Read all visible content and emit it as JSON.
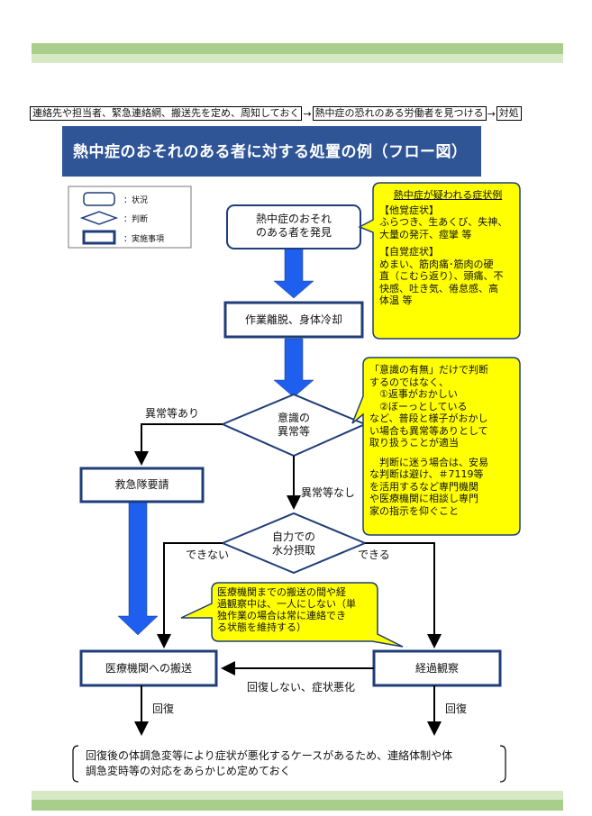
{
  "flow_steps": [
    "連絡先や担当者、緊急連絡網、搬送先を定め、周知しておく",
    "熱中症の恐れのある労働者を見つける",
    "対処"
  ],
  "flow_arrow": "→",
  "title": "熱中症のおそれのある者に対する処置の例（フロー図）",
  "legend": {
    "status": "状況",
    "judgment": "判断",
    "action": "実施事項",
    "sep": "："
  },
  "nodes": {
    "discover": [
      "熱中症のおそれ",
      "のある者を発見"
    ],
    "cooling": "作業離脱、身体冷却",
    "consciousness": [
      "意識の",
      "異常等"
    ],
    "ambulance": "救急隊要請",
    "hydration": [
      "自力での",
      "水分摂取"
    ],
    "hospital": "医療機関への搬送",
    "observe": "経過観察"
  },
  "edges": {
    "abnormal": "異常等あり",
    "normal": "異常等なし",
    "cannot": "できない",
    "can": "できる",
    "recovered_left": "回復",
    "recovered_right": "回復",
    "not_recovered": "回復しない、症状悪化"
  },
  "symptoms": {
    "title": "熱中症が疑われる症状例",
    "other_head": "【他覚症状】",
    "other": [
      "ふらつき、生あくび、失神、",
      "大量の発汗、痙攣 等"
    ],
    "self_head": "【自覚症状】",
    "self": [
      "めまい、筋肉痛･筋肉の硬",
      "直（こむら返り）、頭痛、不",
      "快感、吐き気、倦怠感、高",
      "体温 等"
    ]
  },
  "consciousness_note": [
    "「意識の有無」だけで判断",
    "するのではなく、",
    "　①返事がおかしい",
    "　②ぼーっとしている",
    "など、普段と様子がおかし",
    "い場合も異常等ありとして",
    "取り扱うことが適当",
    "",
    "　判断に迷う場合は、安易",
    "な判断は避け、＃7119等",
    "を活用するなど専門機関",
    "や医療機関に相談し専門",
    "家の指示を仰ぐこと"
  ],
  "transport_note": [
    "医療機関までの搬送の間や経",
    "過観察中は、一人にしない（単",
    "独作業の場合は常に連絡でき",
    "る状態を維持する）"
  ],
  "footer_note": [
    "回復後の体調急変等により症状が悪化するケースがあるため、連絡体制や体",
    "調急変時等の対応をあらかじめ定めておく"
  ],
  "colors": {
    "title_bg": "#2f5597",
    "arrow_blue": "#1f5ff0",
    "callout_yellow": "#ffff00",
    "band_green": "#a9cd8a"
  }
}
